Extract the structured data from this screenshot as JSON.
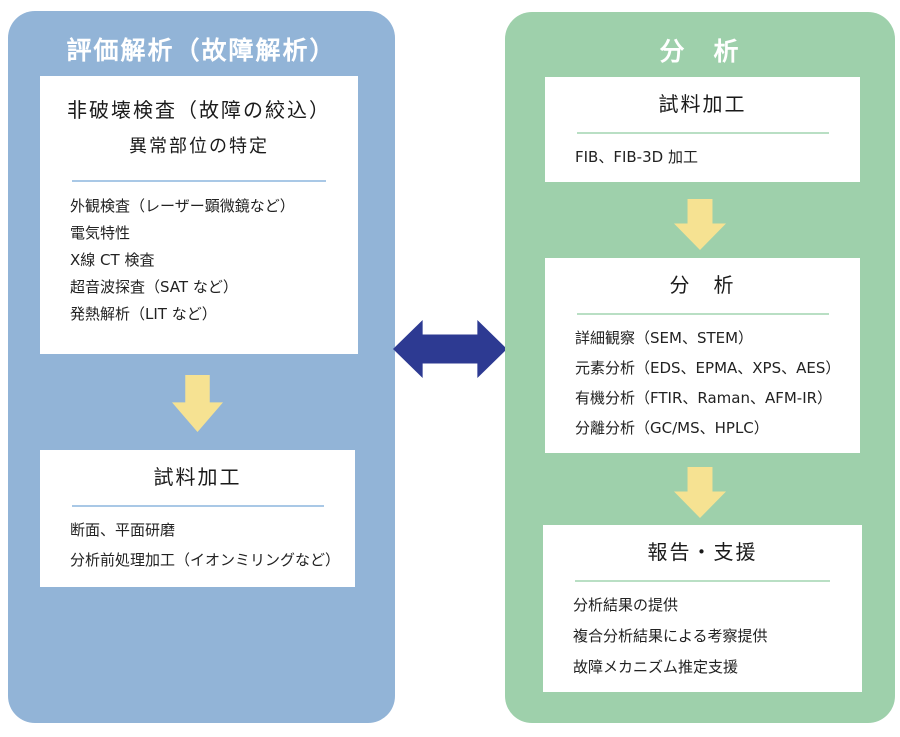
{
  "colors": {
    "left_panel_bg": "#92b4d7",
    "right_panel_bg": "#9ed0ab",
    "arrow_yellow": "#f6e292",
    "arrow_navy": "#2d3a92",
    "divider_blue": "#a9c8e6",
    "divider_green": "#b9dfc4"
  },
  "left_panel": {
    "title": "評価解析（故障解析）",
    "boxes": [
      {
        "heading": "非破壊検査（故障の絞込）",
        "subheading": "異常部位の特定",
        "items": [
          "外観検査（レーザー顕微鏡など）",
          "電気特性",
          "X線 CT 検査",
          "超音波探査（SAT など）",
          "発熱解析（LIT など）"
        ]
      },
      {
        "heading": "試料加工",
        "items": [
          "断面、平面研磨",
          "分析前処理加工（イオンミリングなど）"
        ]
      }
    ]
  },
  "right_panel": {
    "title": "分　析",
    "boxes": [
      {
        "heading": "試料加工",
        "items": [
          "FIB、FIB-3D 加工"
        ]
      },
      {
        "heading": "分　析",
        "items": [
          "詳細観察（SEM、STEM）",
          "元素分析（EDS、EPMA、XPS、AES）",
          "有機分析（FTIR、Raman、AFM-IR）",
          "分離分析（GC/MS、HPLC）"
        ]
      },
      {
        "heading": "報告・支援",
        "items": [
          "分析結果の提供",
          "複合分析結果による考察提供",
          "故障メカニズム推定支援"
        ]
      }
    ]
  },
  "icons": {
    "down_arrow": "block-arrow-down",
    "double_arrow": "block-arrow-horizontal-double"
  }
}
